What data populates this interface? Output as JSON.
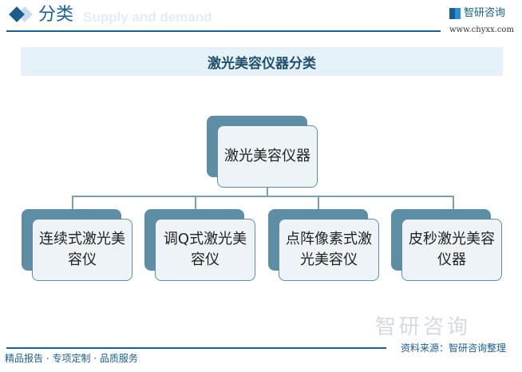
{
  "header": {
    "title": "分类",
    "ghost_text": "Supply and demand",
    "logo_text": "智研咨询",
    "url": "www.chyxx.com"
  },
  "banner": {
    "title": "激光美容仪器分类"
  },
  "tree": {
    "root": "激光美容仪器",
    "children": [
      "连续式激光美容仪",
      "调Q式激光美容仪",
      "点阵像素式激光美容仪",
      "皮秒激光美容仪器"
    ]
  },
  "colors": {
    "accent": "#1a5e8e",
    "box_shadow": "#5e8ea6",
    "box_fill": "#eef3f7"
  },
  "footer": {
    "left": "精品报告 · 专项定制 · 品质服务",
    "source": "资料来源：智研咨询整理",
    "watermark": "智研咨询"
  }
}
